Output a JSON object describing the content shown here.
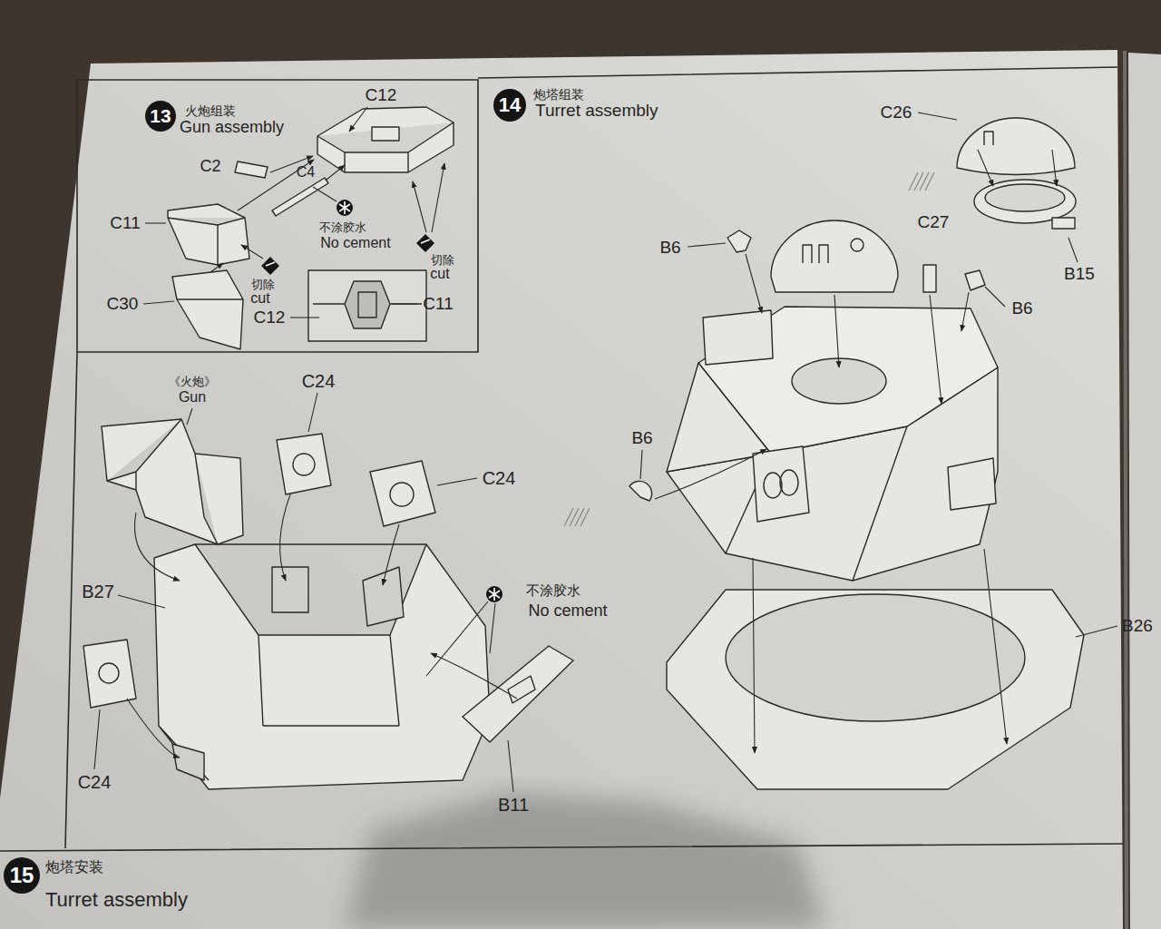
{
  "diagram": {
    "nodes": [
      {
        "text": [
          "13",
          "火炮组装",
          "Gun assembly"
        ]
      },
      {
        "text": [
          "14",
          "炮塔组装",
          "Turret assembly"
        ]
      },
      {
        "text": [
          "15",
          "炮塔安装",
          "Turret assembly"
        ]
      }
    ],
    "labels": [
      "C12",
      "C2",
      "C4",
      "C11",
      "不涂胶水",
      "No cement",
      "切除",
      "cut",
      "切除",
      "cut",
      "C30",
      "C12",
      "C11",
      "《火炮》",
      "Gun",
      "C24",
      "C24",
      "B27",
      "不涂胶水",
      "No cement",
      "C24",
      "B11",
      "C26",
      "B6",
      "C27",
      "B15",
      "B6",
      "B6",
      "B26"
    ]
  }
}
